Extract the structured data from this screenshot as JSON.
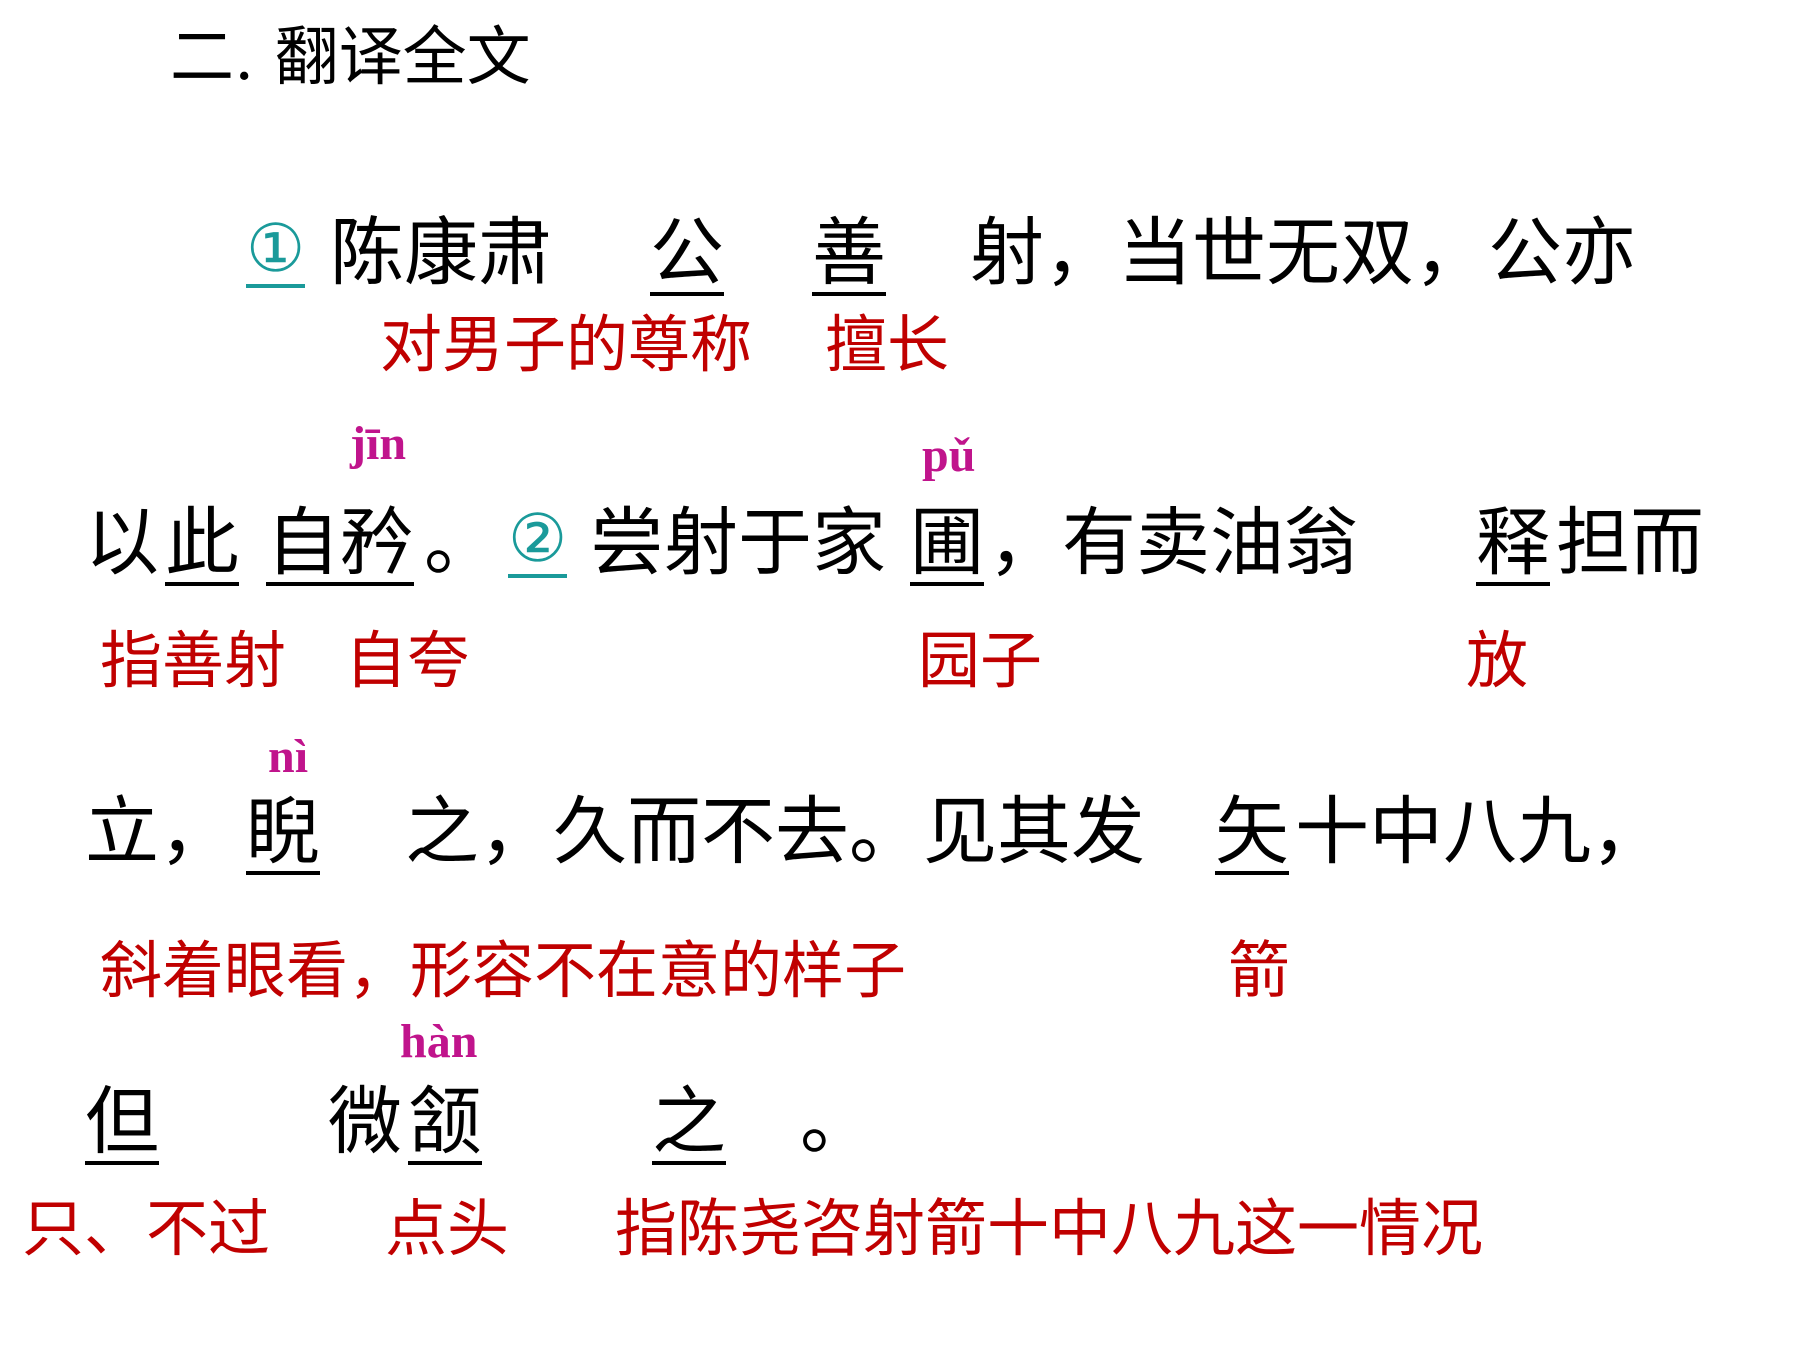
{
  "title": "二. 翻译全文",
  "line1": {
    "num": "①",
    "t1": "陈康肃",
    "u1": "公",
    "u2": "善",
    "t2": "射，当世无双，公亦"
  },
  "ann1": {
    "a1": "对男子的尊称",
    "a2": "擅长"
  },
  "pinyin1": {
    "jin": "jīn",
    "pu": "pǔ"
  },
  "line2": {
    "t1": "以",
    "u1": "此",
    "u2": "自矜",
    "t2": "。",
    "num": "②",
    "t3": "尝射于家",
    "u3": "圃",
    "t4": "，有卖油翁",
    "u4": "释",
    "t5": "担而"
  },
  "ann2": {
    "a1": "指善射",
    "a2": "自夸",
    "a3": "园子",
    "a4": "放"
  },
  "pinyin2": {
    "ni": "nì"
  },
  "line3": {
    "t1": "立，",
    "u1": "睨",
    "t2": "之，久而不去。见其发",
    "u2": "矢",
    "t3": "十中八九，"
  },
  "ann3": {
    "a1": "斜着眼看，形容不在意的样子",
    "a2": "箭"
  },
  "pinyin3": {
    "han": "hàn"
  },
  "line4": {
    "u1": "但",
    "t1": "微",
    "u2": "颔",
    "u3": "之",
    "t2": "。"
  },
  "ann4": {
    "a1": "只、不过",
    "a2": "点头",
    "a3": "指陈尧咨射箭十中八九这一情况"
  }
}
